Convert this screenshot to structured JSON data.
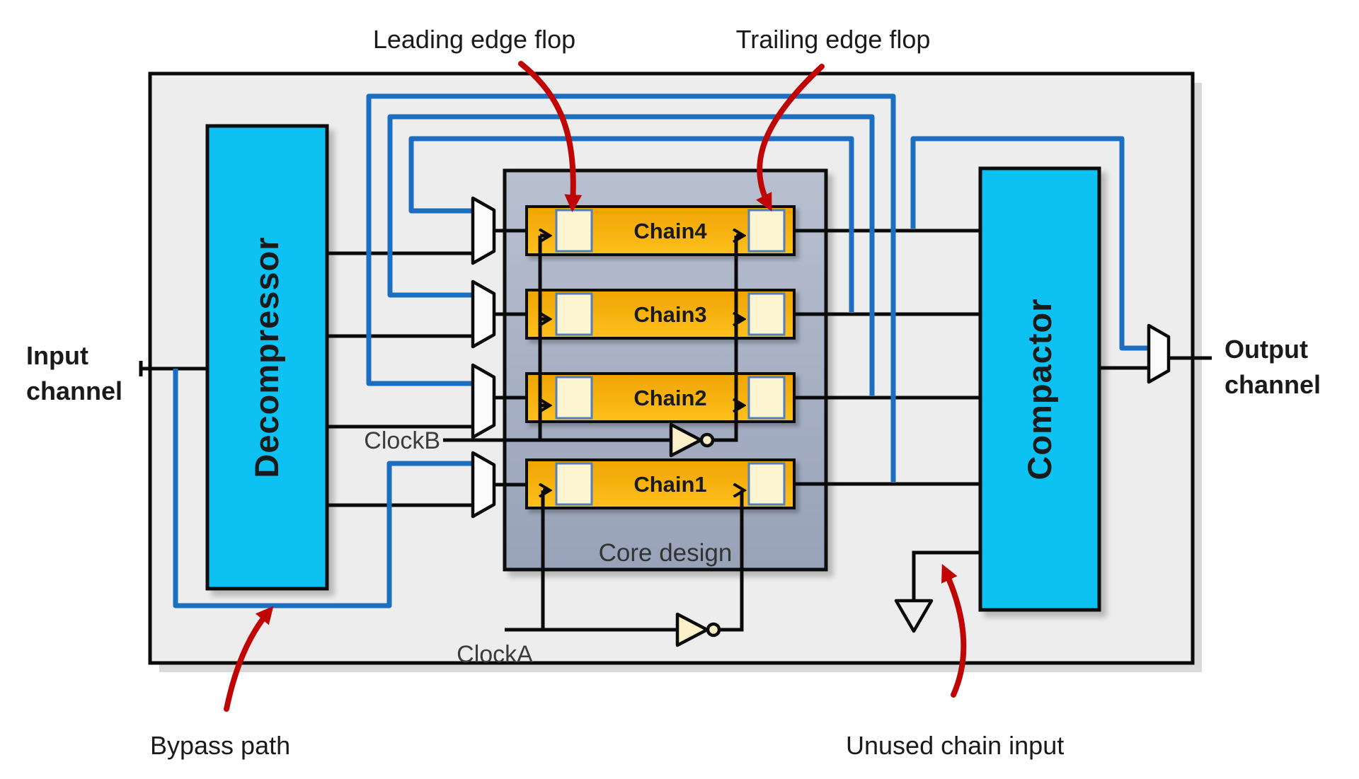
{
  "labels": {
    "leading_edge_flop": "Leading edge flop",
    "trailing_edge_flop": "Trailing edge flop",
    "input_line1": "Input",
    "input_line2": "channel",
    "output_line1": "Output",
    "output_line2": "channel",
    "bypass_path": "Bypass path",
    "unused_chain_input": "Unused chain input",
    "clock_b": "ClockB",
    "clock_a": "ClockA",
    "core_design": "Core design",
    "decompressor": "Decompressor",
    "compactor": "Compactor"
  },
  "chains": [
    {
      "label": "Chain4"
    },
    {
      "label": "Chain3"
    },
    {
      "label": "Chain2"
    },
    {
      "label": "Chain1"
    }
  ],
  "colors": {
    "block_cyan": "#0cc2f2",
    "chain_orange": "#f6ac04",
    "chain_orange_light": "#fdc01e",
    "core_gray_blue_top": "#b8c0d0",
    "core_gray_blue_bottom": "#98a2b8",
    "flop_cream": "#fdf4d2",
    "flop_border_blue": "#4f81bd",
    "wire_blue": "#1c6ec0",
    "wire_black": "#0a0a0a",
    "annotation_red": "#c00505",
    "panel_gray": "#ededed",
    "shadow_gray": "#d9d9d9",
    "clock_text_gray": "#3c3c3c"
  }
}
